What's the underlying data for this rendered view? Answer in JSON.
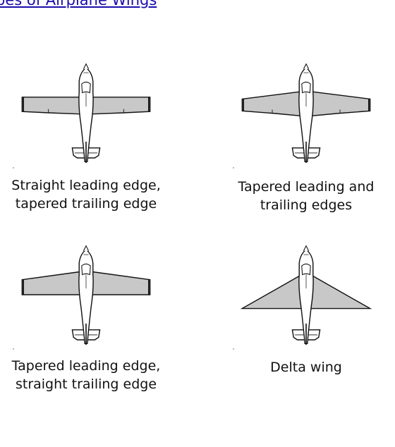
{
  "header": {
    "link_text": "pes of Airplane Wings"
  },
  "diagrams": [
    {
      "id": "straight-leading-edge",
      "caption_line1": "Straight leading edge,",
      "caption_line2": "tapered trailing edge"
    },
    {
      "id": "tapered-leading-trailing",
      "caption_line1": "Tapered leading and",
      "caption_line2": "trailing edges"
    },
    {
      "id": "tapered-leading-straight-trailing",
      "caption_line1": "Tapered leading edge,",
      "caption_line2": "straight trailing edge"
    },
    {
      "id": "delta-wing",
      "caption_line1": "Delta wing",
      "caption_line2": ""
    }
  ],
  "colors": {
    "wing_fill": "#c8c8c8",
    "outline": "#111111",
    "link": "#1a0dab"
  }
}
